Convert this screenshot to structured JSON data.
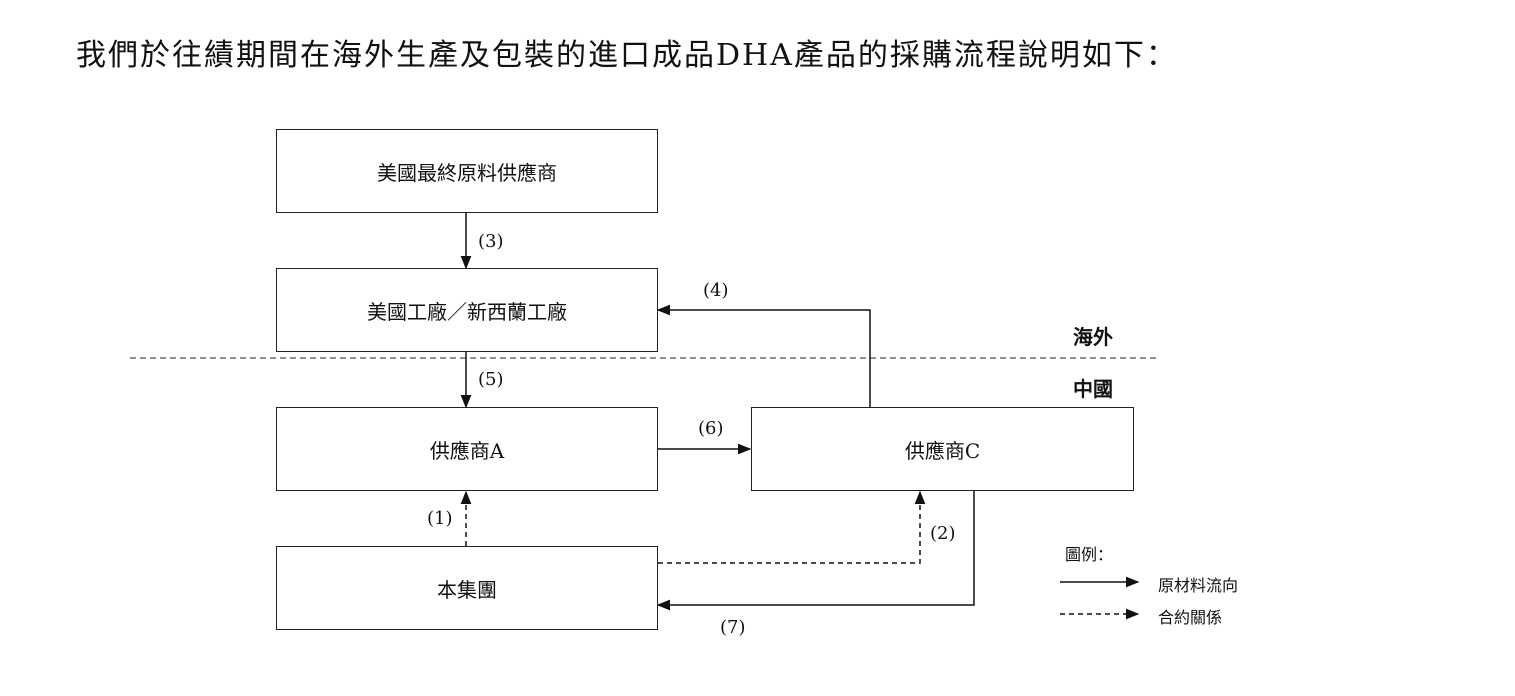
{
  "heading": "我們於往績期間在海外生產及包裝的進口成品DHA產品的採購流程說明如下：",
  "nodes": {
    "us_raw_supplier": "美國最終原料供應商",
    "factories": "美國工廠／新西蘭工廠",
    "supplier_a": "供應商A",
    "supplier_c": "供應商C",
    "group": "本集團"
  },
  "steps": {
    "s1": "(1)",
    "s2": "(2)",
    "s3": "(3)",
    "s4": "(4)",
    "s5": "(5)",
    "s6": "(6)",
    "s7": "(7)"
  },
  "regions": {
    "overseas": "海外",
    "china": "中國"
  },
  "legend": {
    "title": "圖例：",
    "material_flow": "原材料流向",
    "contract": "合約關係"
  }
}
